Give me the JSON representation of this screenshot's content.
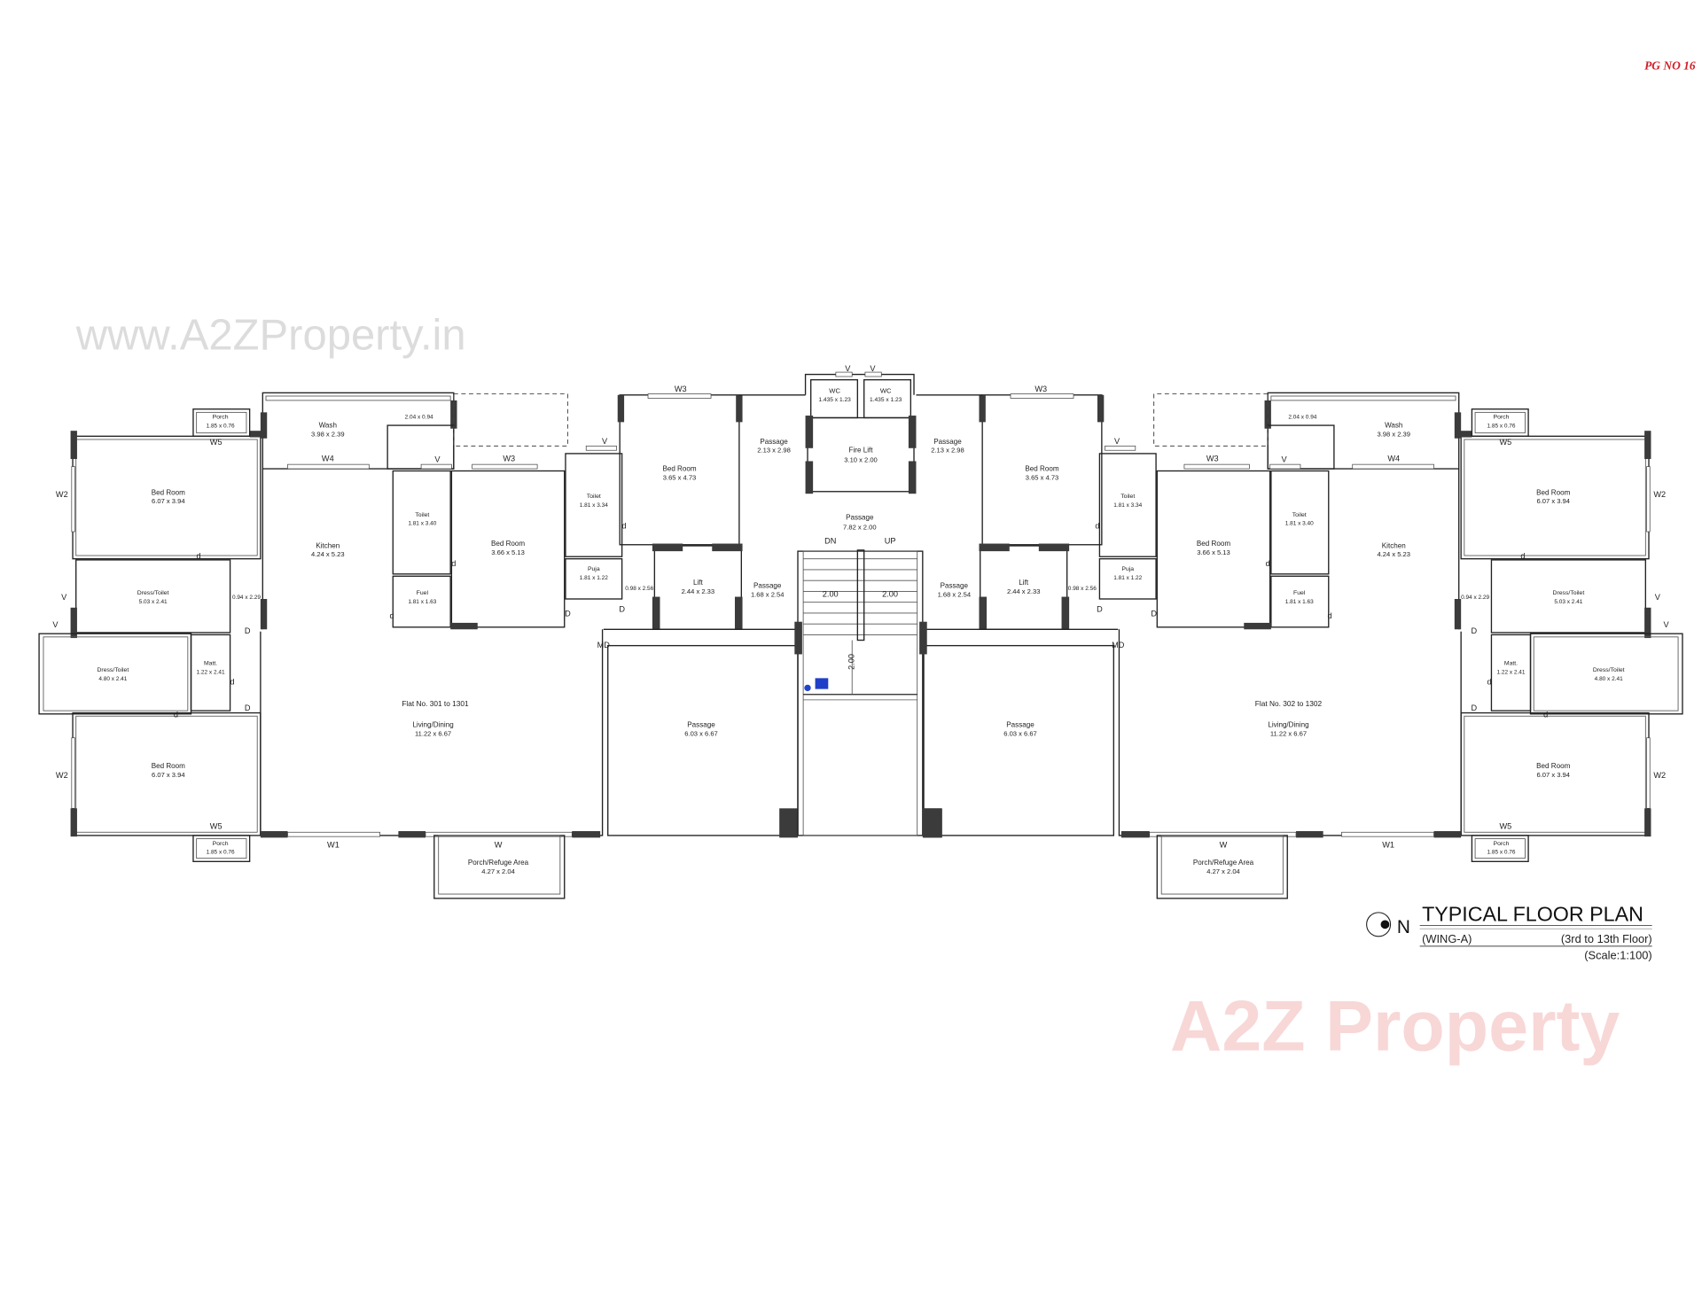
{
  "page_number": "PG NO 16",
  "watermark_url": "www.A2ZProperty.in",
  "watermark_logo": "A2Z Property",
  "title": {
    "main": "TYPICAL FLOOR PLAN",
    "wing": "(WING-A)",
    "floors": "(3rd to 13th Floor)",
    "scale": "(Scale:1:100)",
    "north": "N"
  },
  "flats": [
    {
      "flat_no": "Flat No. 301 to 1301",
      "rooms": [
        {
          "name": "Porch",
          "dim": "1.85 x 0.76"
        },
        {
          "name": "Wash",
          "dim": "3.98 x 2.39"
        },
        {
          "name": "",
          "dim": "2.04 x 0.94"
        },
        {
          "name": "Bed Room",
          "dim": "6.07 x 3.94"
        },
        {
          "name": "Kitchen",
          "dim": "4.24 x 5.23"
        },
        {
          "name": "Toilet",
          "dim": "1.81 x 3.40"
        },
        {
          "name": "Bed Room",
          "dim": "3.66 x 5.13"
        },
        {
          "name": "Toilet",
          "dim": "1.81 x 3.34"
        },
        {
          "name": "Puja",
          "dim": "1.81 x 1.22"
        },
        {
          "name": "Dress/Toilet",
          "dim": "5.03 x 2.41"
        },
        {
          "name": "",
          "dim": "0.94 x 2.29"
        },
        {
          "name": "Fuel",
          "dim": "1.81 x 1.63"
        },
        {
          "name": "Dress/Toilet",
          "dim": "4.80 x 2.41"
        },
        {
          "name": "Matt.",
          "dim": "1.22 x 2.41"
        },
        {
          "name": "Living/Dining",
          "dim": "11.22 x 6.67"
        },
        {
          "name": "Bed Room",
          "dim": "6.07 x 3.94"
        },
        {
          "name": "Porch",
          "dim": "1.85 x 0.76"
        },
        {
          "name": "Porch/Refuge Area",
          "dim": "4.27 x 2.04"
        },
        {
          "name": "Bed Room",
          "dim": "3.65 x 4.73"
        },
        {
          "name": "",
          "dim": "0.98 x 2.56"
        },
        {
          "name": "Lift",
          "dim": "2.44 x 2.33"
        },
        {
          "name": "Passage",
          "dim": "1.68 x 2.54"
        },
        {
          "name": "Passage",
          "dim": "6.03 x 6.67"
        },
        {
          "name": "Passage",
          "dim": "2.13 x 2.98"
        }
      ],
      "tags": [
        "W5",
        "W4",
        "V",
        "W3",
        "W2",
        "d",
        "d",
        "d",
        "V",
        "V",
        "D",
        "d",
        "D",
        "D",
        "MD",
        "d",
        "D",
        "d",
        "W2",
        "W5",
        "W1",
        "W",
        "W3",
        "V"
      ]
    },
    {
      "flat_no": "Flat No. 302 to 1302",
      "rooms": [
        {
          "name": "Porch",
          "dim": "1.85 x 0.76"
        },
        {
          "name": "Wash",
          "dim": "3.98 x 2.39"
        },
        {
          "name": "",
          "dim": "2.04 x 0.94"
        },
        {
          "name": "Bed Room",
          "dim": "6.07 x 3.94"
        },
        {
          "name": "Kitchen",
          "dim": "4.24 x 5.23"
        },
        {
          "name": "Toilet",
          "dim": "1.81 x 3.40"
        },
        {
          "name": "Bed Room",
          "dim": "3.66 x 5.13"
        },
        {
          "name": "Toilet",
          "dim": "1.81 x 3.34"
        },
        {
          "name": "Puja",
          "dim": "1.81 x 1.22"
        },
        {
          "name": "Dress/Toilet",
          "dim": "5.03 x 2.41"
        },
        {
          "name": "",
          "dim": "0.94 x 2.29"
        },
        {
          "name": "Fuel",
          "dim": "1.81 x 1.63"
        },
        {
          "name": "Dress/Toilet",
          "dim": "4.80 x 2.41"
        },
        {
          "name": "Matt.",
          "dim": "1.22 x 2.41"
        },
        {
          "name": "Living/Dining",
          "dim": "11.22 x 6.67"
        },
        {
          "name": "Bed Room",
          "dim": "6.07 x 3.94"
        },
        {
          "name": "Porch",
          "dim": "1.85 x 0.76"
        },
        {
          "name": "Porch/Refuge Area",
          "dim": "4.27 x 2.04"
        },
        {
          "name": "Bed Room",
          "dim": "3.65 x 4.73"
        },
        {
          "name": "",
          "dim": "0.98 x 2.56"
        },
        {
          "name": "Lift",
          "dim": "2.44 x 2.33"
        },
        {
          "name": "Passage",
          "dim": "1.68 x 2.54"
        },
        {
          "name": "Passage",
          "dim": "6.03 x 6.67"
        },
        {
          "name": "Passage",
          "dim": "2.13 x 2.98"
        }
      ],
      "tags": [
        "W5",
        "W4",
        "V",
        "W3",
        "W2",
        "d",
        "d",
        "d",
        "V",
        "V",
        "D",
        "d",
        "D",
        "D",
        "MD",
        "d",
        "D",
        "d",
        "W2",
        "W5",
        "W1",
        "W",
        "W3",
        "V"
      ]
    }
  ],
  "core": {
    "wc_left": {
      "name": "WC",
      "dim": "1.435 x 1.23"
    },
    "wc_right": {
      "name": "WC",
      "dim": "1.435 x 1.23"
    },
    "vent_left": "V",
    "vent_right": "V",
    "fire_lift": {
      "name": "Fire Lift",
      "dim": "3.10 x 2.00"
    },
    "lobby": {
      "name": "Passage",
      "dim": "7.82 x 2.00"
    },
    "stair_down": "DN",
    "stair_up": "UP",
    "flight_width_left": "2.00",
    "flight_width_right": "2.00",
    "landing_depth": "2.00"
  }
}
